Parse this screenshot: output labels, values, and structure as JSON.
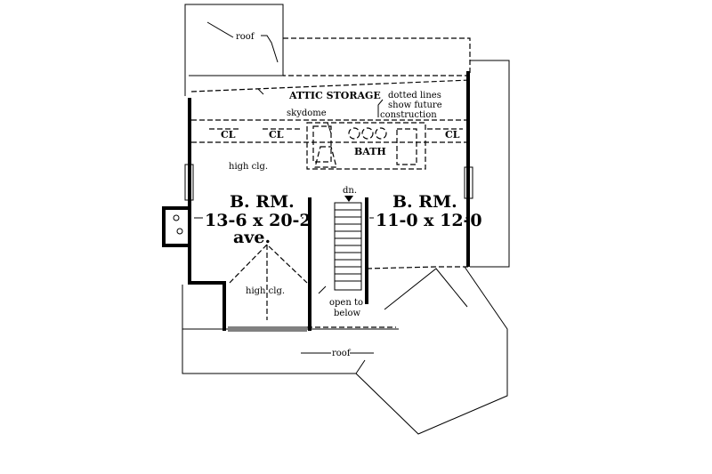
{
  "labels": {
    "roof_top": "roof",
    "roof_bottom": "roof",
    "attic_storage": "ATTIC STORAGE",
    "dotted_lines_1": "dotted lines",
    "dotted_lines_2": "show future",
    "dotted_lines_3": "construction",
    "skydome": "skydome",
    "closet_1": "CL",
    "closet_2": "CL",
    "closet_3": "CL",
    "bath": "BATH",
    "high_clg_1": "high clg.",
    "high_clg_2": "high clg.",
    "down": "dn.",
    "open_below_1": "open to",
    "open_below_2": "below"
  },
  "rooms": [
    {
      "name": "B. RM.",
      "dims": "13-6 x 20-2",
      "note": "ave."
    },
    {
      "name": "B. RM.",
      "dims": "11-0 x 12-0",
      "note": ""
    }
  ]
}
